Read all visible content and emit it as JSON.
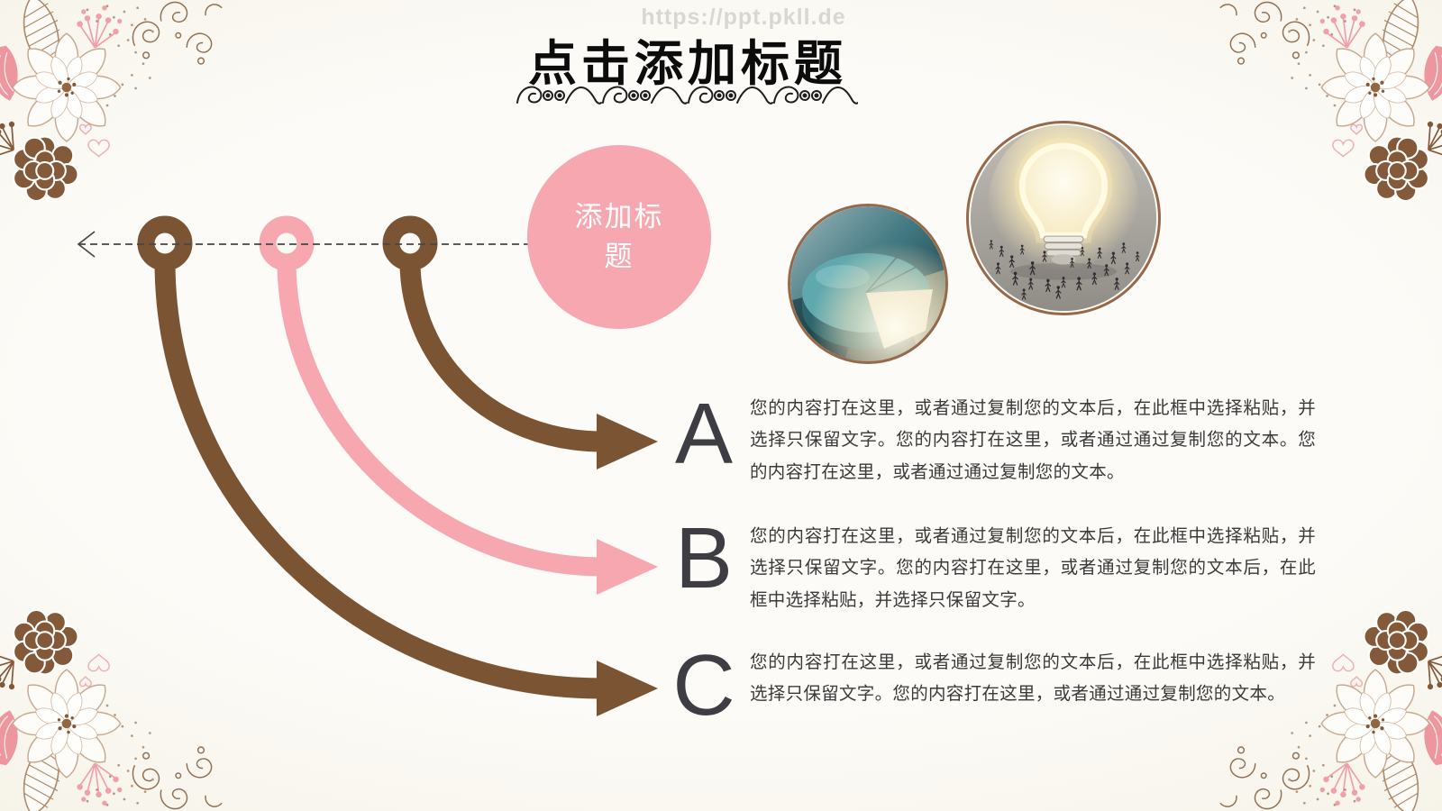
{
  "page": {
    "watermark": "https://ppt.pkll.de",
    "title": "点击添加标题"
  },
  "center_circle": {
    "line1": "添加标",
    "line2": "题"
  },
  "items": [
    {
      "letter": "A",
      "text": "您的内容打在这里，或者通过复制您的文本后，在此框中选择粘贴，并选择只保留文字。您的内容打在这里，或者通过通过复制您的文本。您的内容打在这里，或者通过通过复制您的文本。"
    },
    {
      "letter": "B",
      "text": "您的内容打在这里，或者通过复制您的文本后，在此框中选择粘贴，并选择只保留文字。您的内容打在这里，或者通过复制您的文本后，在此框中选择粘贴，并选择只保留文字。"
    },
    {
      "letter": "C",
      "text": "您的内容打在这里，或者通过复制您的文本后，在此框中选择粘贴，并选择只保留文字。您的内容打在这里，或者通过通过复制您的文本。"
    }
  ],
  "colors": {
    "accent_brown": "#7b5433",
    "accent_pink": "#f6a7b0",
    "letter_gray": "#3d3d43",
    "title_black": "#0c0c0c",
    "watermark_gray": "#d9d7d1",
    "background_cream": "#f4f0e3",
    "photo_border_brown": "#96694a"
  }
}
